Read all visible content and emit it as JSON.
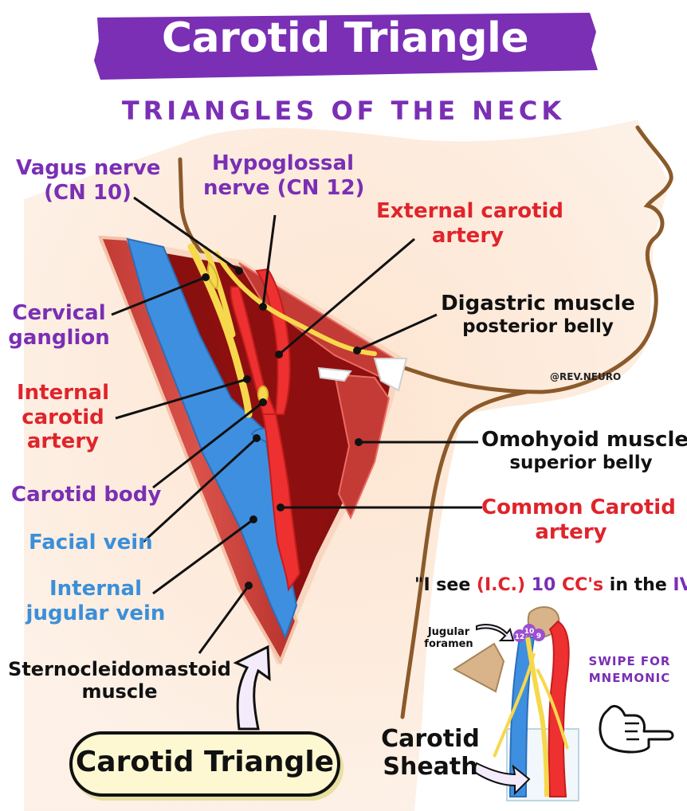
{
  "title": "Carotid Triangle",
  "subtitle": "TRIANGLES OF THE NECK",
  "credit": "@REV.NEURO",
  "labels": {
    "vagus": [
      "Vagus nerve",
      "(CN 10)"
    ],
    "hypoglossal": [
      "Hypoglossal",
      "nerve (CN 12)"
    ],
    "external_carotid": [
      "External carotid",
      "artery"
    ],
    "cervical_ganglion": [
      "Cervical",
      "ganglion"
    ],
    "digastric": [
      "Digastric muscle",
      "posterior belly"
    ],
    "internal_carotid": [
      "Internal",
      "carotid",
      "artery"
    ],
    "carotid_body": "Carotid body",
    "omohyoid": [
      "Omohyoid muscle",
      "superior belly"
    ],
    "facial_vein": "Facial vein",
    "common_carotid": [
      "Common Carotid",
      "artery"
    ],
    "internal_jugular": [
      "Internal",
      "jugular vein"
    ],
    "scm": [
      "Sternocleidomastoid",
      "muscle"
    ],
    "jugular_foramen": [
      "Jugular",
      "foramen"
    ],
    "carotid_sheath": [
      "Carotid",
      "Sheath"
    ],
    "cn_badges": [
      "12",
      "10",
      "9"
    ]
  },
  "mnemonic": {
    "prefix": "\"I see ",
    "ic": "(I.C.)",
    "mid1": " 10 ",
    "cc": "CC's",
    "mid2": " in the ",
    "iv": "IV",
    "suffix": "\""
  },
  "swipe": [
    "SWIPE FOR",
    "MNEMONIC"
  ],
  "bottom_label": "Carotid Triangle",
  "colors": {
    "purple": "#7a2fb5",
    "red": "#e0242b",
    "blue": "#3b8fd8",
    "vein": "#3f8fe0",
    "artery": "#ef3030",
    "nerve": "#f6d84c",
    "muscle": "#c9403a",
    "skin": "#fde4cf"
  }
}
